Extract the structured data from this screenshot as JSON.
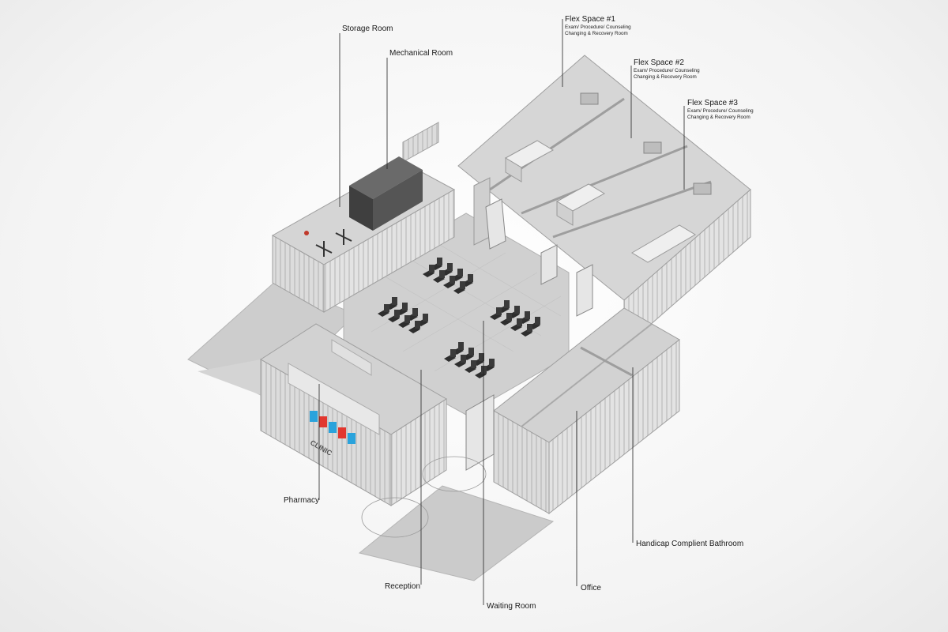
{
  "diagram": {
    "labels": {
      "storage": "Storage Room",
      "mechanical": "Mechanical Room",
      "flex1_title": "Flex Space #1",
      "flex2_title": "Flex Space #2",
      "flex3_title": "Flex Space #3",
      "flex_sub1": "Exam/ Procedure/ Counseling",
      "flex_sub2": "Changing & Recovery Room",
      "pharmacy": "Pharmacy",
      "reception": "Reception",
      "waiting": "Waiting Room",
      "office": "Office",
      "bathroom": "Handicap Complient Bathroom"
    },
    "sign_text": "CLINIC",
    "colors": {
      "wall": "#d9d9d9",
      "wall_dark": "#bdbdbd",
      "floor": "#cfcfcf",
      "ground": "#c8c8c8",
      "chair": "#2e2e2e",
      "sign_blue": "#2aa3dc",
      "sign_red": "#e2372f"
    }
  }
}
